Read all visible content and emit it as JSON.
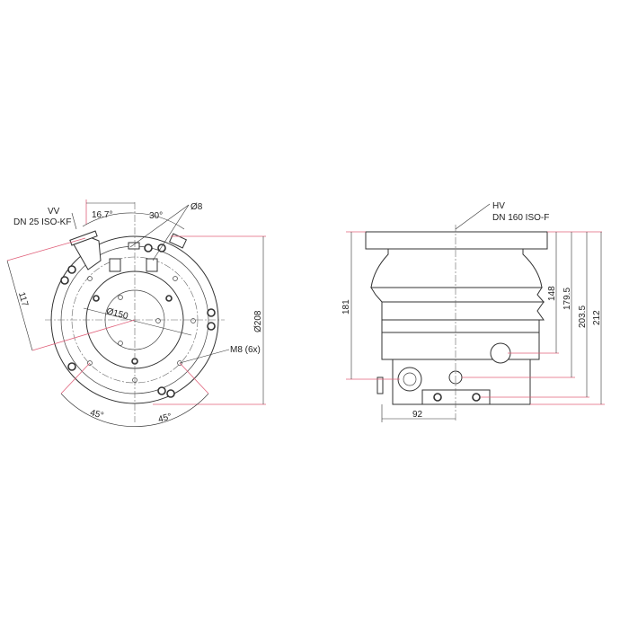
{
  "front_view": {
    "port_label": "VV",
    "port_flange": "DN 25 ISO-KF",
    "angle_port": "16.7°",
    "angle_top": "30°",
    "hole_dia": "Ø8",
    "dim_117": "117",
    "bolt_circle": "Ø150",
    "outer_dia": "Ø208",
    "thread": "M8 (6x)",
    "angle_bottom_left": "45°",
    "angle_bottom_right": "45°"
  },
  "side_view": {
    "port_label": "HV",
    "port_flange": "DN 160 ISO-F",
    "dim_181": "181",
    "dim_148": "148",
    "dim_179_5": "179.5",
    "dim_203_5": "203.5",
    "dim_212": "212",
    "dim_92": "92"
  },
  "colors": {
    "dimension_accent": "#e0607a",
    "line": "#333333"
  }
}
